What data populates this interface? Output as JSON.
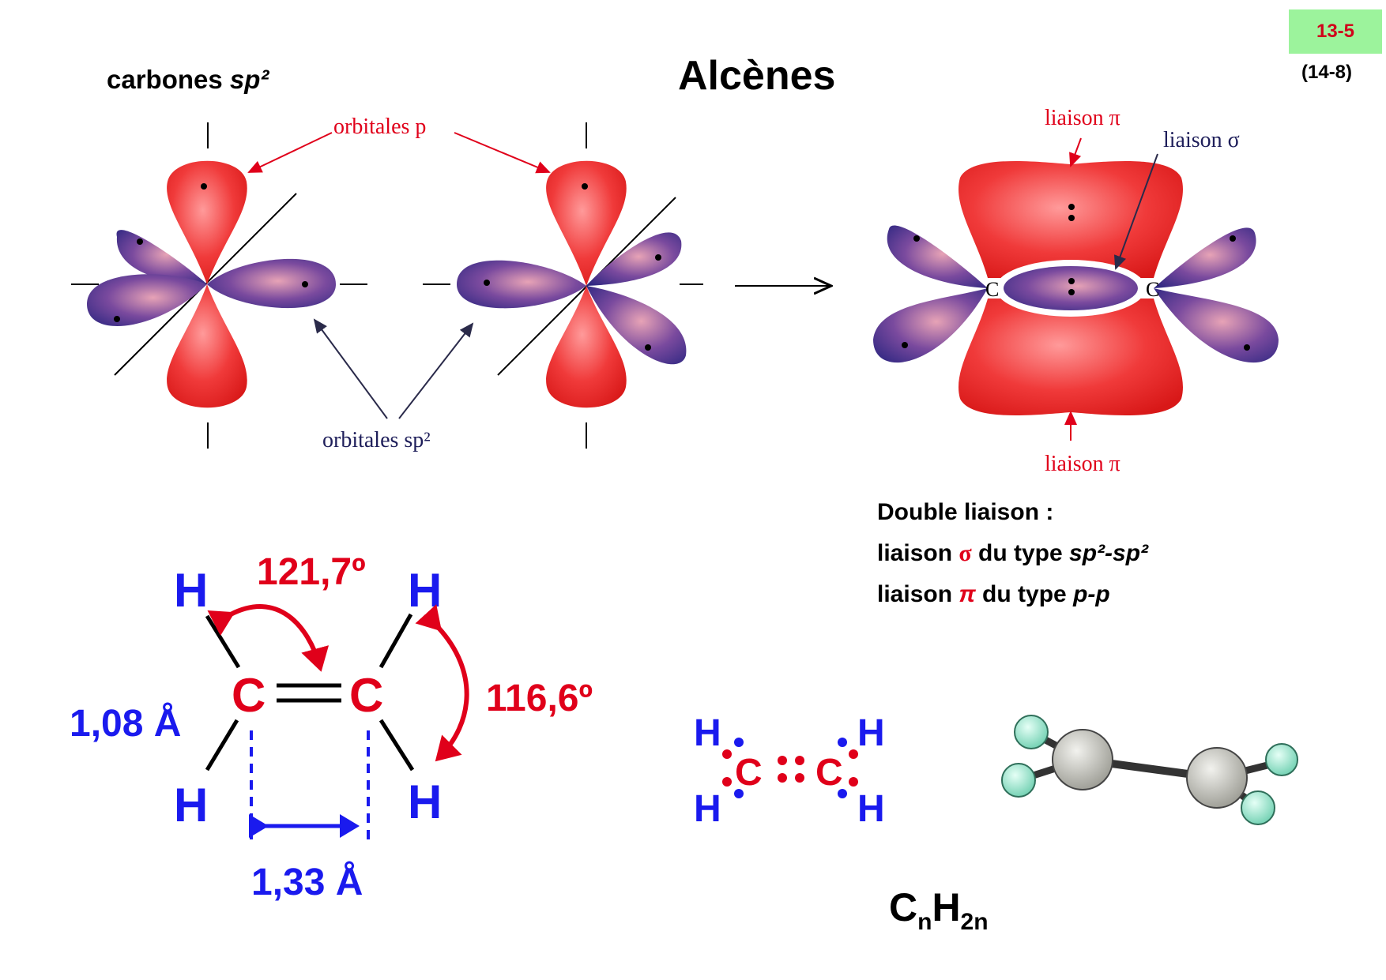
{
  "header": {
    "title": "Alcènes",
    "subtitle_prefix": "carbones ",
    "subtitle_hyb": "sp²",
    "badge": "13-5",
    "page_ref": "(14-8)"
  },
  "orbital_diagram": {
    "p_orbitals_label": "orbitales p",
    "sp2_orbitals_label": "orbitales sp²",
    "pi_bond_top": "liaison π",
    "sigma_bond": "liaison σ",
    "pi_bond_bottom": "liaison π",
    "carbon_left": "C",
    "carbon_right": "C"
  },
  "description": {
    "line1": "Double liaison :",
    "line2_prefix": "liaison ",
    "line2_symbol": "σ",
    "line2_middle": " du type ",
    "line2_type": "sp²-sp²",
    "line3_prefix": "liaison ",
    "line3_symbol": "π",
    "line3_middle": " du type ",
    "line3_type": "p-p"
  },
  "structure": {
    "h_top_left": "H",
    "h_top_right": "H",
    "h_bottom_left": "H",
    "h_bottom_right": "H",
    "c_left": "C",
    "c_right": "C",
    "angle_hcc": "121,7º",
    "angle_hch": "116,6º",
    "ch_length": "1,08 Å",
    "cc_length": "1,33 Å"
  },
  "lewis": {
    "h1": "H",
    "h2": "H",
    "h3": "H",
    "h4": "H",
    "c1": "C",
    "c2": "C"
  },
  "formula": {
    "c": "C",
    "n1": "n",
    "h": "H",
    "n2": "2n"
  },
  "colors": {
    "orbital_red": "#ee2b2b",
    "orbital_blue": "#3a2f8f",
    "label_red": "#e0001a",
    "label_blue": "#1a1aee",
    "badge_green": "#9cf39c"
  }
}
